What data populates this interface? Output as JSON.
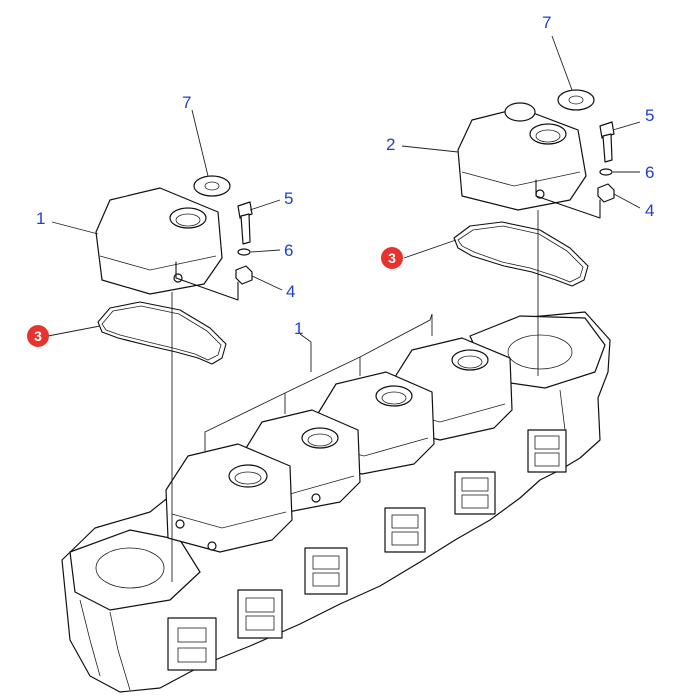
{
  "callouts": {
    "cover_left": "1",
    "covers_group": "1",
    "cover_right": "2",
    "gasket_left": "3",
    "gasket_right": "3",
    "nut_left": "4",
    "nut_right": "4",
    "bolt_left": "5",
    "bolt_right": "5",
    "washer_left": "6",
    "washer_right": "6",
    "seal_left": "7",
    "seal_right": "7"
  },
  "colors": {
    "callout_text": "#1f3fd0",
    "badge": "#e8322d",
    "line": "#111111"
  }
}
